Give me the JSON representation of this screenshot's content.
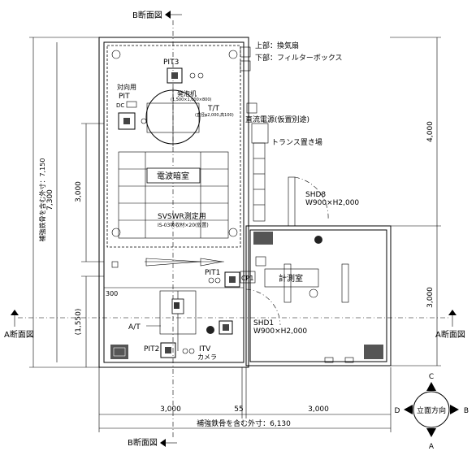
{
  "sections": {
    "b_section_top": "B断面図",
    "b_section_bottom": "B断面図",
    "a_section_left": "A断面図",
    "a_section_right": "A断面図"
  },
  "notes": {
    "upper_exhaust": "上部：換気扇",
    "lower_filter": "下部：フィルターボックス",
    "dc_power": "直流電源(仮置別途)",
    "transformer_place": "トランス置き場"
  },
  "rooms": {
    "radio_dark_room": "電波暗室",
    "measurement_room": "計測室"
  },
  "labels": {
    "pit3": "PIT3",
    "pit1": "PIT1",
    "pit2": "PIT2",
    "logper_pit_a": "対向用",
    "logper_pit_b": "PIT",
    "dc": "DC",
    "turntable_label": "発泡机",
    "turntable_size": "(1,500×1,000×800)",
    "tt": "T/T",
    "tt_note": "(直径φ2,000,高100)",
    "svswr_title": "SVSWR測定用",
    "svswr_note": "IS-03吸収材×20(仮置)",
    "at": "A/T",
    "itv_a": "ITV",
    "itv_b": "カメラ",
    "cp": "CP1",
    "shd8_a": "SHD8",
    "shd8_b": "W900×H2,000",
    "shd1_a": "SHD1",
    "shd1_b": "W900×H2,000",
    "offset_300": "300",
    "offset_1550": "(1,550)"
  },
  "dimensions": {
    "height_total": "7,300",
    "height_total_note": "補強鉄骨を含む外寸：7,150",
    "inner_3000_left": "3,000",
    "right_4000": "4,000",
    "right_3000": "3,000",
    "bottom_3000_left": "3,000",
    "bottom_55": "55",
    "bottom_3000_right": "3,000",
    "width_total_note": "補強鉄骨を含む外寸：6,130"
  },
  "compass": {
    "center": "立面方向",
    "c": "C",
    "a": "A",
    "b": "B",
    "d": "D"
  }
}
